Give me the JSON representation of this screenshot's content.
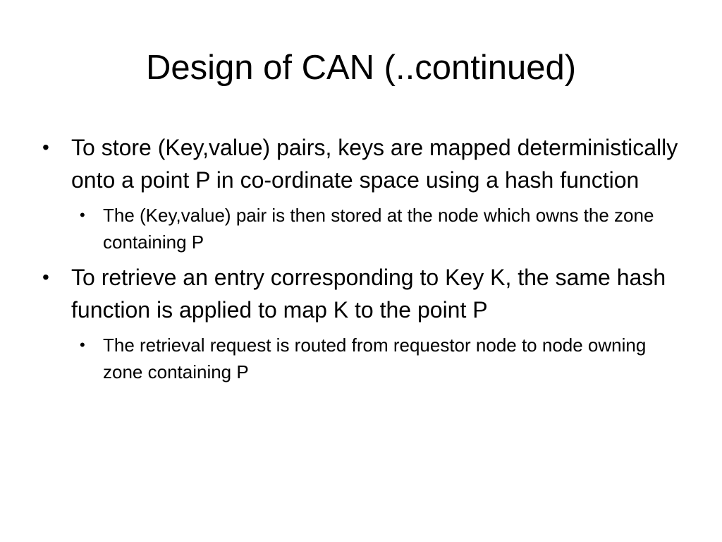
{
  "slide": {
    "title": "Design of CAN (..continued)",
    "bullets": [
      {
        "text": "To store (Key,value) pairs, keys are mapped deterministically onto a point P in co-ordinate space using a hash function",
        "sub": "The (Key,value) pair is then stored at the node which owns the zone containing P"
      },
      {
        "text": "To retrieve an entry corresponding to Key K, the same hash function is applied to map K to the point P",
        "sub": "The retrieval request is routed from requestor node to node owning zone containing P"
      }
    ],
    "bullet_symbol": "•"
  }
}
